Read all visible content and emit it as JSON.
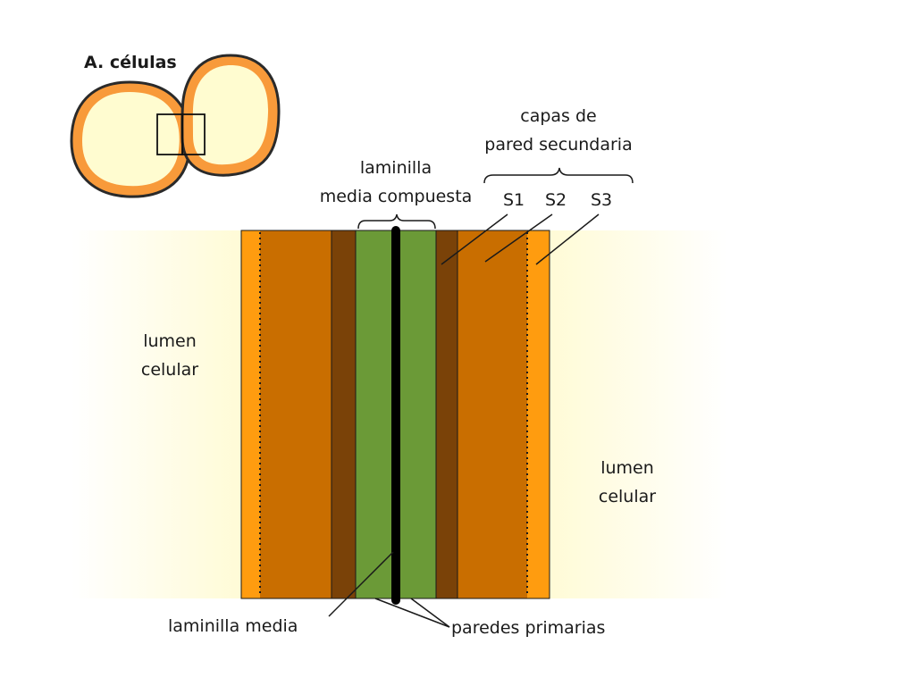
{
  "cells_label": "A. células",
  "compound_middle_lamella": {
    "line1": "laminilla",
    "line2": "media compuesta"
  },
  "secondary_wall": {
    "line1": "capas de",
    "line2": "pared secundaria"
  },
  "layers": {
    "s1": "S1",
    "s2": "S2",
    "s3": "S3"
  },
  "lumen_left": {
    "line1": "lumen",
    "line2": "celular"
  },
  "lumen_right": {
    "line1": "lumen",
    "line2": "celular"
  },
  "middle_lamella": "laminilla media",
  "primary_walls": "paredes primarias",
  "colors": {
    "lumen": "#fffbd6",
    "s3": "#ff9c0f",
    "s2": "#c96e00",
    "s1": "#7a4208",
    "primary_wall": "#6b9a37",
    "middle_lamella": "#000000",
    "cell_wall_orange": "#f89a3a",
    "cell_interior": "#fffcd0"
  }
}
